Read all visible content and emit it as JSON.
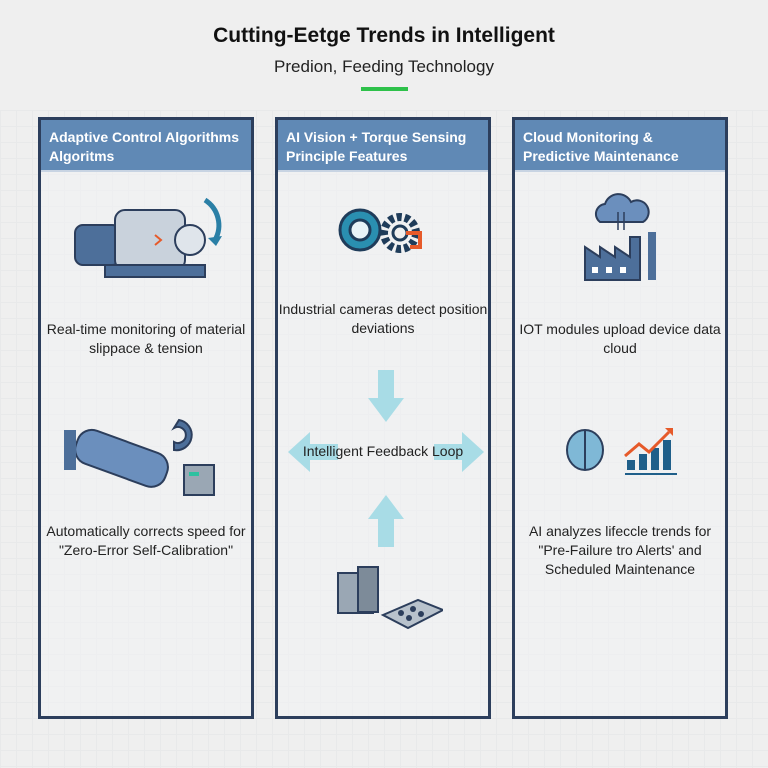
{
  "title": "Cutting-Eetge Trends in Intelligent",
  "subtitle": "Predion, Feeding Technology",
  "colors": {
    "accent": "#2ec14a",
    "header": "#6089b5",
    "border": "#2c3e5c",
    "arrow": "#a8dce6"
  },
  "panels": [
    {
      "header": "Adaptive Control Algorithms Algoritms",
      "text1": "Real-time monitoring of material slippace & tension",
      "text2": "Automatically corrects speed for \"Zero-Error Self-Calibration\""
    },
    {
      "header": "AI Vision + Torque Sensing Principle Features",
      "text1": "Industrial cameras detect position deviations",
      "center": "Intelligent Feedback Loop"
    },
    {
      "header": "Cloud Monitoring & Predictive Maintenance",
      "text1": "IOT modules upload device data cloud",
      "text2": "AI analyzes lifeccle trends for \"Pre-Failure tro Alerts' and Scheduled Maintenance"
    }
  ]
}
